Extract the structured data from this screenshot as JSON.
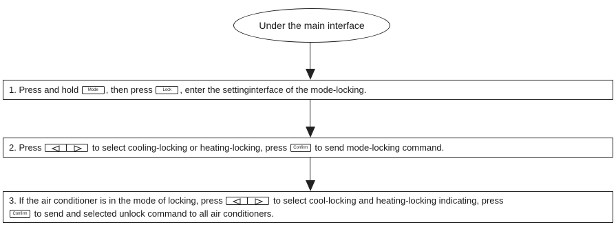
{
  "start": {
    "label": "Under the main interface"
  },
  "steps": [
    {
      "t1": "1. Press and hold ",
      "key_a": "Mode",
      "t2": ", then press ",
      "key_b": "Lock",
      "t3": ", enter the settinginterface of the mode-locking."
    },
    {
      "t1": "2. Press ",
      "arrow_left": "left-arrow-key-icon",
      "arrow_right": "right-arrow-key-icon",
      "t2": " to select cooling-locking or heating-locking, press ",
      "key_a": "Confirm",
      "t3": " to send mode-locking command."
    },
    {
      "t1": "3. If the air conditioner is in the mode of locking, press ",
      "arrow_left": "left-arrow-key-icon",
      "arrow_right": "right-arrow-key-icon",
      "t2": " to select cool-locking and heating-locking indicating, press",
      "key_a": "Confirm",
      "t3": " to send and selected unlock command to all air conditioners."
    }
  ]
}
